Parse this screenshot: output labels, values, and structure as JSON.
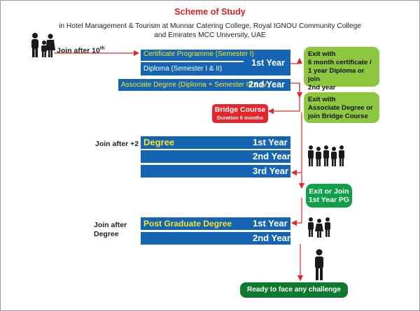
{
  "title": "Scheme of Study",
  "subtitle_lines": [
    "in Hotel Management & Tourism at Munnar Catering College, Royal IGNOU Community College",
    "and Emirates MCC University, UAE"
  ],
  "joins": {
    "after_10th": "Join after 10",
    "after_10th_sup": "th",
    "after_plus2": "Join after +2",
    "after_degree_line1": "Join after",
    "after_degree_line2": "Degree"
  },
  "programs": {
    "certificate": "Certificate Programme (Semester I)",
    "diploma": "Diploma (Semester I & II)",
    "associate": "Associate Degree (Diploma + Semester III & IV)",
    "degree": "Degree",
    "pg": "Post Graduate Degree"
  },
  "years": {
    "first": "1st Year",
    "second": "2nd Year",
    "third": "3rd Year"
  },
  "exits": {
    "exit1_lines": [
      "Exit with",
      "6 month certificate /",
      "1 year Diploma or join",
      "2nd year"
    ],
    "exit2_lines": [
      "Exit with",
      "Associate Degree or",
      "join Bridge Course"
    ],
    "exit3_lines": [
      "Exit or Join",
      "1st Year PG"
    ]
  },
  "bridge": {
    "title": "Bridge Course",
    "duration": "Duration 6 months"
  },
  "ready": "Ready to face any challenge",
  "colors": {
    "bar_blue": "#1565b2",
    "arrow_red": "#e4262b",
    "light_green": "#8dc63f",
    "mid_green": "#11a04a",
    "dark_green": "#0f7a2f",
    "title_red": "#d6232a",
    "highlight_yellow": "#f6e62a"
  }
}
